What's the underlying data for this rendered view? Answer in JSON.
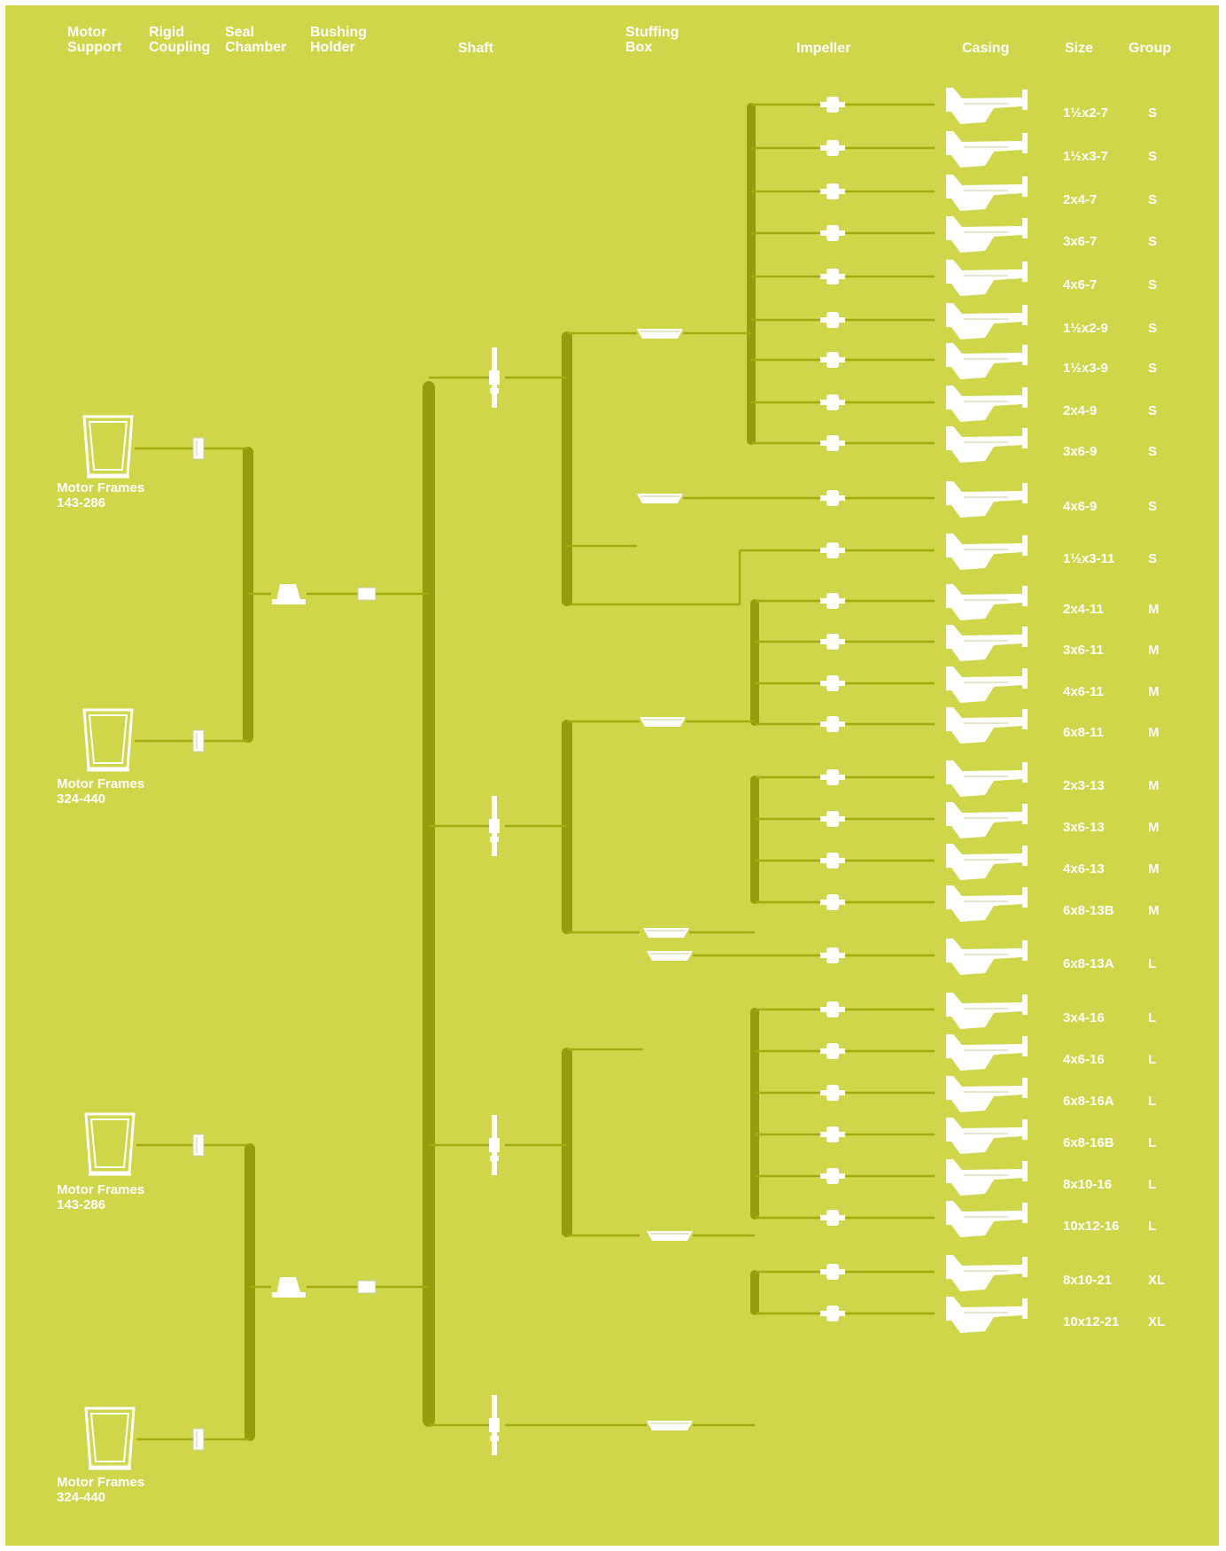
{
  "headers": {
    "motor_support": "Motor\nSupport",
    "rigid_coupling": "Rigid\nCoupling",
    "seal_chamber": "Seal\nChamber",
    "bushing_holder": "Bushing\nHolder",
    "shaft": "Shaft",
    "stuffing_box": "Stuffing\nBox",
    "impeller": "Impeller",
    "casing": "Casing",
    "size": "Size",
    "group": "Group"
  },
  "motor_frames": [
    {
      "label": "Motor Frames\n143-286"
    },
    {
      "label": "Motor Frames\n324-440"
    },
    {
      "label": "Motor Frames\n143-286"
    },
    {
      "label": "Motor Frames\n324-440"
    }
  ],
  "pumps": [
    {
      "size": "1½x2-7",
      "group": "S"
    },
    {
      "size": "1½x3-7",
      "group": "S"
    },
    {
      "size": "2x4-7",
      "group": "S"
    },
    {
      "size": "3x6-7",
      "group": "S"
    },
    {
      "size": "4x6-7",
      "group": "S"
    },
    {
      "size": "1½x2-9",
      "group": "S"
    },
    {
      "size": "1½x3-9",
      "group": "S"
    },
    {
      "size": "2x4-9",
      "group": "S"
    },
    {
      "size": "3x6-9",
      "group": "S"
    },
    {
      "size": "4x6-9",
      "group": "S"
    },
    {
      "size": "1½x3-11",
      "group": "S"
    },
    {
      "size": "2x4-11",
      "group": "M"
    },
    {
      "size": "3x6-11",
      "group": "M"
    },
    {
      "size": "4x6-11",
      "group": "M"
    },
    {
      "size": "6x8-11",
      "group": "M"
    },
    {
      "size": "2x3-13",
      "group": "M"
    },
    {
      "size": "3x6-13",
      "group": "M"
    },
    {
      "size": "4x6-13",
      "group": "M"
    },
    {
      "size": "6x8-13B",
      "group": "M"
    },
    {
      "size": "6x8-13A",
      "group": "L"
    },
    {
      "size": "3x4-16",
      "group": "L"
    },
    {
      "size": "4x6-16",
      "group": "L"
    },
    {
      "size": "6x8-16A",
      "group": "L"
    },
    {
      "size": "6x8-16B",
      "group": "L"
    },
    {
      "size": "8x10-16",
      "group": "L"
    },
    {
      "size": "10x12-16",
      "group": "L"
    },
    {
      "size": "8x10-21",
      "group": "XL"
    },
    {
      "size": "10x12-21",
      "group": "XL"
    }
  ],
  "colors": {
    "background": "#cfd64a",
    "line": "#a4ab10",
    "trunk": "#969d0c",
    "part_fill": "#ffffff",
    "part_edge": "#c8cca0",
    "text": "#ffffff"
  }
}
